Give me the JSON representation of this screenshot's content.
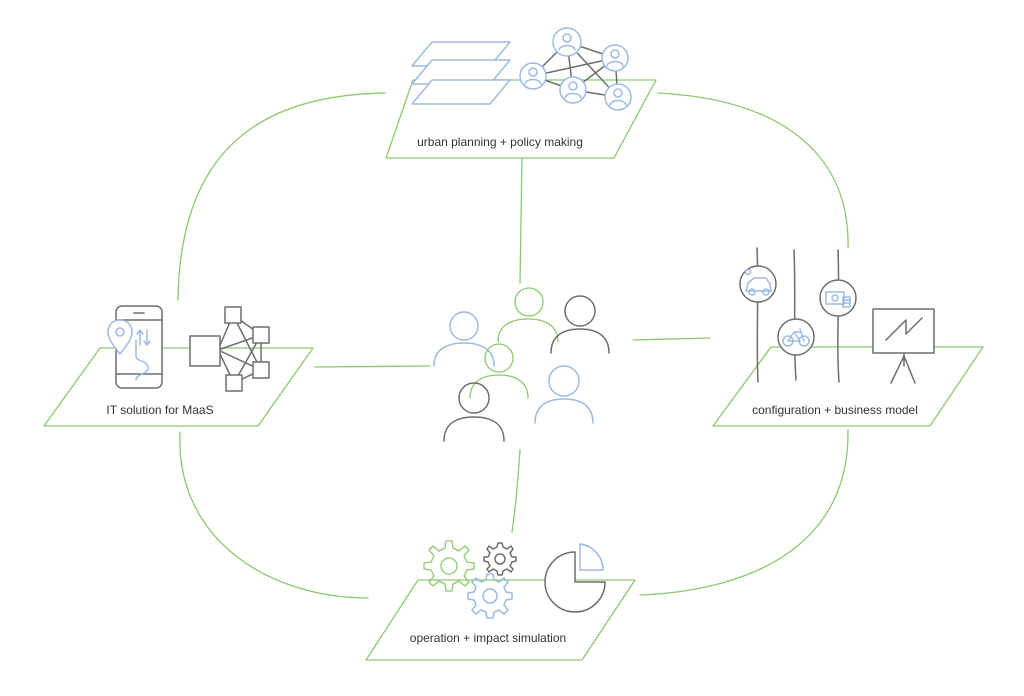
{
  "diagram": {
    "nodes": {
      "top": {
        "label": "urban planning + policy making"
      },
      "left": {
        "label": "IT solution for MaaS"
      },
      "right": {
        "label": "configuration + business model"
      },
      "bottom": {
        "label": "operation + impact simulation"
      }
    },
    "center": {
      "icon": "people-group-icon"
    },
    "colors": {
      "connector": "#8cc96e",
      "accent_blue": "#9dbbe0",
      "sketch_gray": "#6e6e6e"
    }
  }
}
